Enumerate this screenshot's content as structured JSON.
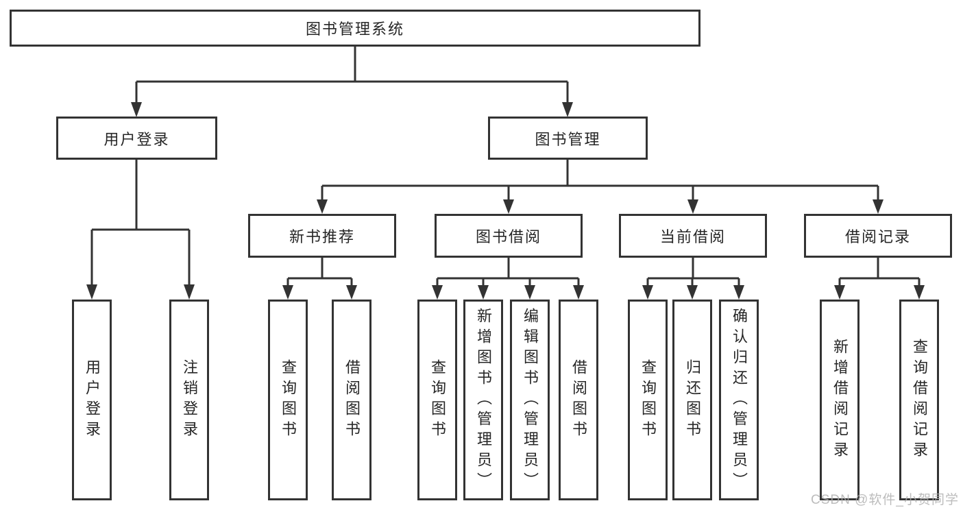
{
  "tree": {
    "label": "图书管理系统",
    "children": [
      {
        "label": "用户登录",
        "children": [
          {
            "label": "用户登录"
          },
          {
            "label": "注销登录"
          }
        ]
      },
      {
        "label": "图书管理",
        "children": [
          {
            "label": "新书推荐",
            "children": [
              {
                "label": "查询图书"
              },
              {
                "label": "借阅图书"
              }
            ]
          },
          {
            "label": "图书借阅",
            "children": [
              {
                "label": "查询图书"
              },
              {
                "label": "新增图书（管理员）"
              },
              {
                "label": "编辑图书（管理员）"
              },
              {
                "label": "借阅图书"
              }
            ]
          },
          {
            "label": "当前借阅",
            "children": [
              {
                "label": "查询图书"
              },
              {
                "label": "归还图书"
              },
              {
                "label": "确认归还（管理员）"
              }
            ]
          },
          {
            "label": "借阅记录",
            "children": [
              {
                "label": "新增借阅记录"
              },
              {
                "label": "查询借阅记录"
              }
            ]
          }
        ]
      }
    ]
  },
  "watermark": {
    "text": "CSDN @软件_小贺同学"
  },
  "colors": {
    "line": "#333333",
    "text": "#262626",
    "bg": "#ffffff",
    "watermark": "#aeaeae"
  }
}
